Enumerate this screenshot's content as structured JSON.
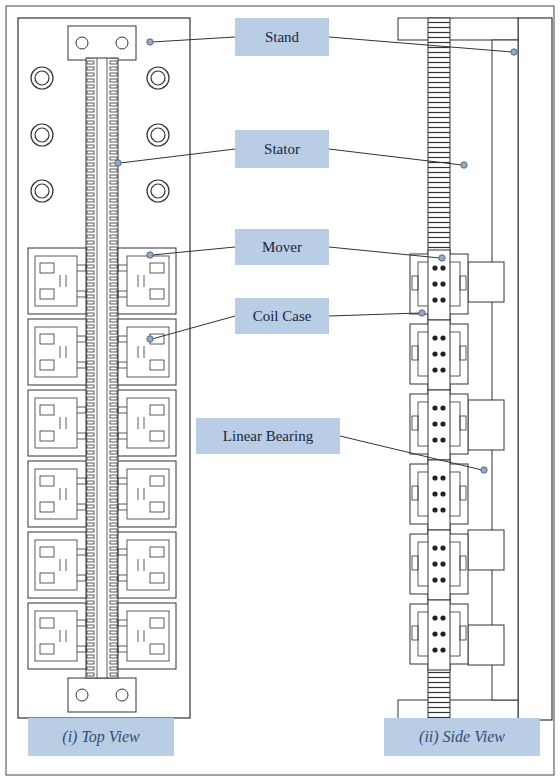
{
  "diagram": {
    "nodes": [
      {
        "text": [
          "Stand"
        ]
      },
      {
        "text": [
          "Stator"
        ]
      },
      {
        "text": [
          "Mover"
        ]
      },
      {
        "text": [
          "Coil Case"
        ]
      },
      {
        "text": [
          "Linear Bearing"
        ]
      },
      {
        "text": [
          "(i) Top View"
        ]
      },
      {
        "text": [
          "(ii) Side View"
        ]
      }
    ]
  }
}
